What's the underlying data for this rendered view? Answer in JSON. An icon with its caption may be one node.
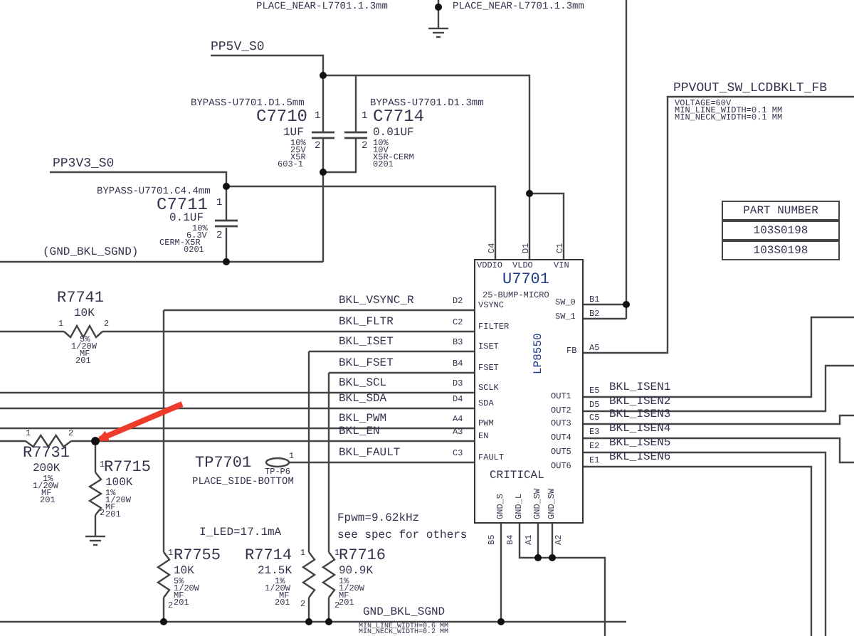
{
  "diagram": {
    "nodes": [
      {
        "text": [
          "U7701",
          "25-BUMP-MICRO",
          "LP8550",
          "CRITICAL"
        ]
      },
      {
        "text": [],
        "shape": "circle"
      }
    ],
    "edges": [
      {
        "from": null,
        "to": 1,
        "arrow": "to",
        "color": "#ee3b2b"
      }
    ],
    "labels": [
      "PLACE_NEAR-L7701.1.3mm",
      "PLACE_NEAR-L7701.1.3mm",
      "PP5V_S0",
      "BYPASS-U7701.D1.5mm",
      "C7710",
      "1",
      "1UF",
      "10%",
      "25V",
      "X5R",
      "603-1",
      "2",
      "BYPASS-U7701.D1.3mm",
      "1",
      "C7714",
      "0.01UF",
      "10%",
      "10V",
      "X5R-CERM",
      "0201",
      "2",
      "PP3V3_S0",
      "BYPASS-U7701.C4.4mm",
      "C7711",
      "1",
      "0.1UF",
      "10%",
      "6.3V",
      "CERM-X5R",
      "0201",
      "2",
      "(GND_BKL_SGND)",
      "PPVOUT_SW_LCDBKLT_FB",
      "VOLTAGE=60V",
      "MIN_LINE_WIDTH=0.1 MM",
      "MIN_NECK_WIDTH=0.1 MM",
      "PART NUMBER",
      "103S0198",
      "C4",
      "D1",
      "C1",
      "103S0198",
      "VDDIO",
      "VLDO",
      "VIN",
      "R7741",
      "10K",
      "1",
      "2",
      "5%",
      "1/20W",
      "MF",
      "201",
      "BKL_VSYNC_R",
      "D2",
      "VSYNC",
      "SW_0",
      "B1",
      "SW_1",
      "B2",
      "BKL_FLTR",
      "C2",
      "FILTER",
      "BKL_ISET",
      "B3",
      "ISET",
      "FB",
      "A5",
      "BKL_FSET",
      "B4",
      "FSET",
      "BKL_SCL",
      "D3",
      "SCLK",
      "OUT1",
      "E5",
      "BKL_ISEN1",
      "BKL_SDA",
      "D4",
      "SDA",
      "OUT2",
      "D5",
      "BKL_ISEN2",
      "BKL_PWM",
      "A4",
      "PWM",
      "OUT3",
      "C5",
      "BKL_ISEN3",
      "BKL_EN",
      "A3",
      "EN",
      "OUT4",
      "E3",
      "BKL_ISEN4",
      "OUT5",
      "E2",
      "BKL_ISEN5",
      "BKL_FAULT",
      "C3",
      "FAULT",
      "OUT6",
      "E1",
      "BKL_ISEN6",
      "GND_S",
      "GND_L",
      "GND_SW",
      "GND_SW",
      "B5",
      "B4",
      "A1",
      "A2",
      "1",
      "2",
      "R7731",
      "200K",
      "1%",
      "1/20W",
      "MF",
      "201",
      "1",
      "R7715",
      "100K",
      "1%",
      "1/20W",
      "MF",
      "201",
      "2",
      "TP7701",
      "1",
      "TP-P6",
      "PLACE_SIDE-BOTTOM",
      "I_LED=17.1mA",
      "Fpwm=9.62kHz",
      "see spec for others",
      "1",
      "R7755",
      "10K",
      "5%",
      "1/20W",
      "MF",
      "2",
      "201",
      "R7714",
      "1",
      "21.5K",
      "1%",
      "1/20W",
      "MF",
      "201",
      "2",
      "1",
      "R7716",
      "90.9K",
      "1%",
      "1/20W",
      "MF",
      "2",
      "201",
      "GND_BKL_SGND",
      "MIN_LINE_WIDTH=0.6 MM",
      "MIN_NECK_WIDTH=0.2 MM"
    ]
  }
}
